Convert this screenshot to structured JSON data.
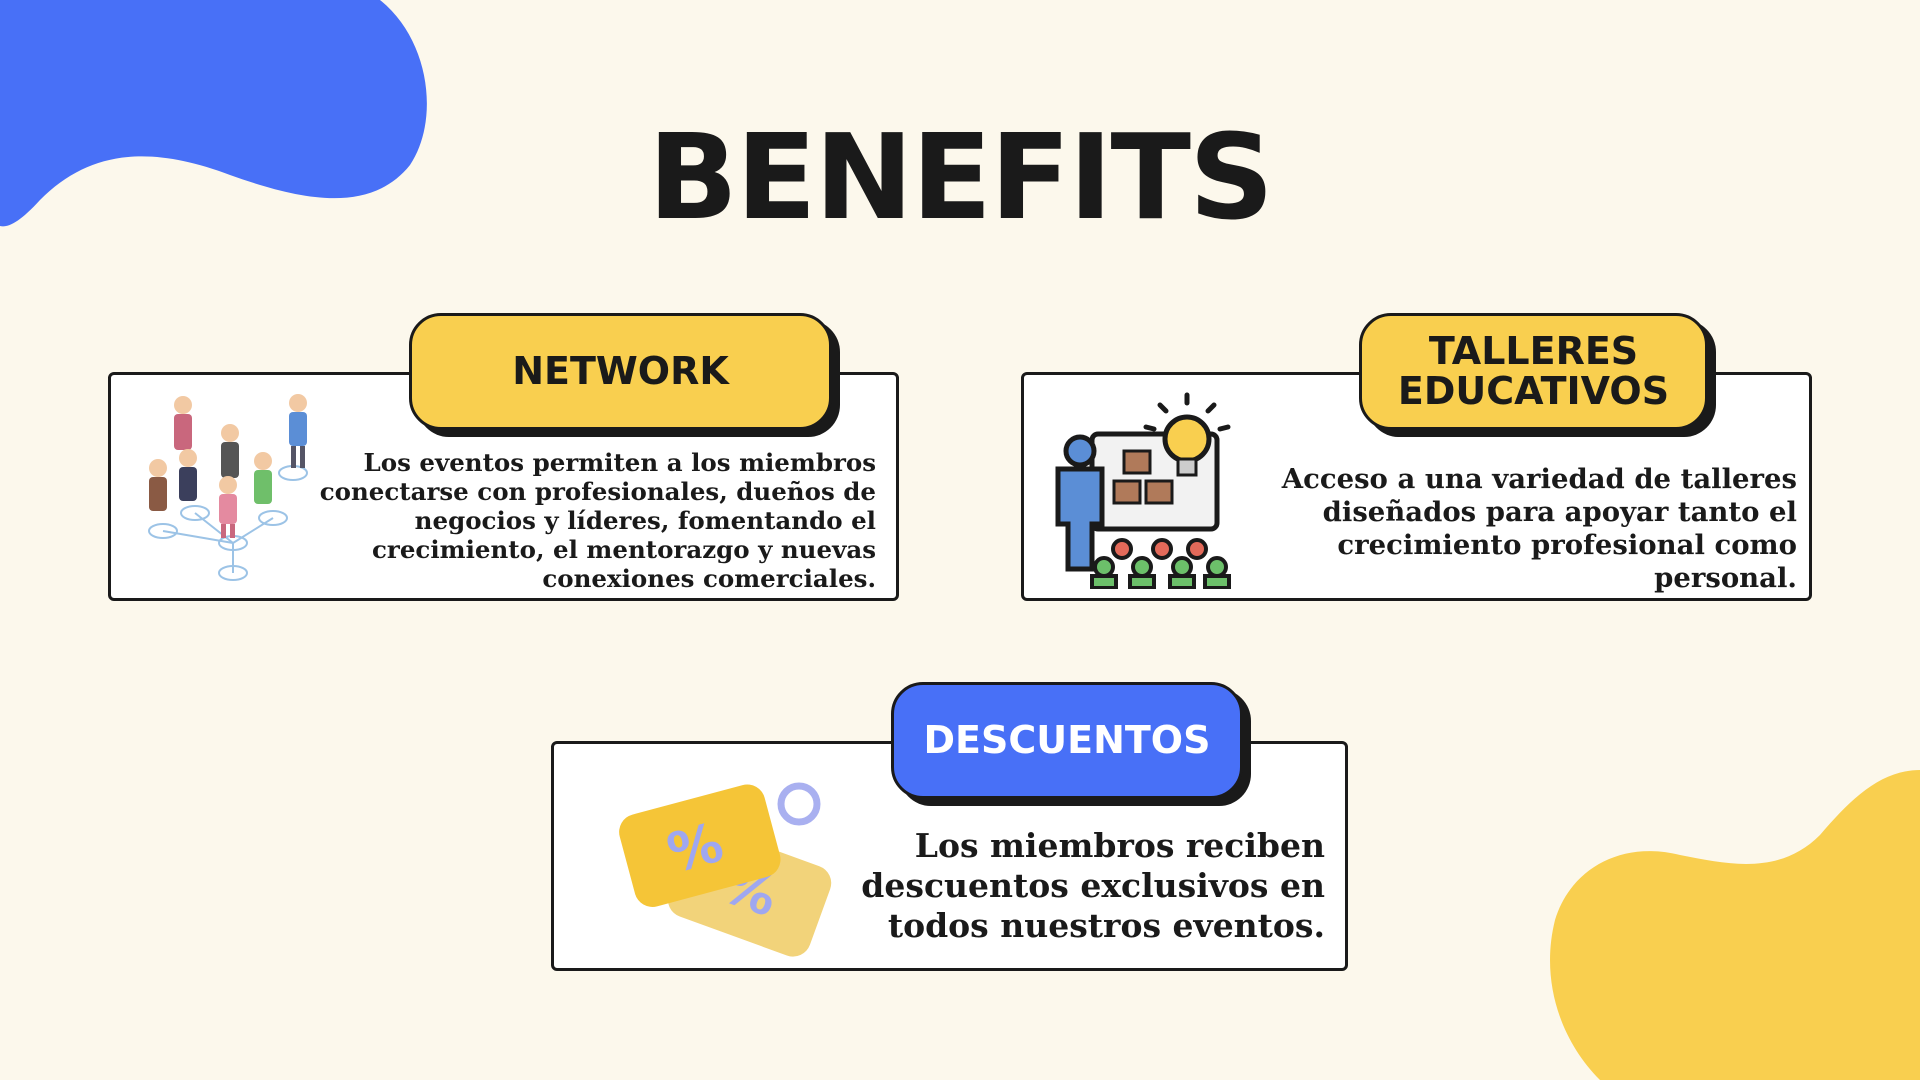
{
  "title": "BENEFITS",
  "colors": {
    "background": "#fcf8ec",
    "blue_accent": "#4870f7",
    "yellow_accent": "#f9cf4f",
    "ink": "#1a1a1a"
  },
  "cards": [
    {
      "tab_label": "NETWORK",
      "tab_color": "yellow",
      "text": "Los eventos permiten a los miembros conectarse con profesionales, dueños de negocios y líderes, fomentando el crecimiento, el mentorazgo y nuevas conexiones comerciales.",
      "icon": "networking-people-icon"
    },
    {
      "tab_label": "TALLERES EDUCATIVOS",
      "tab_color": "yellow",
      "text": "Acceso a una variedad de talleres diseñados para apoyar tanto el crecimiento profesional como personal.",
      "icon": "workshop-presentation-icon"
    },
    {
      "tab_label": "DESCUENTOS",
      "tab_color": "blue",
      "text": "Los miembros reciben descuentos exclusivos en todos nuestros eventos.",
      "icon": "discount-tag-icon"
    }
  ]
}
